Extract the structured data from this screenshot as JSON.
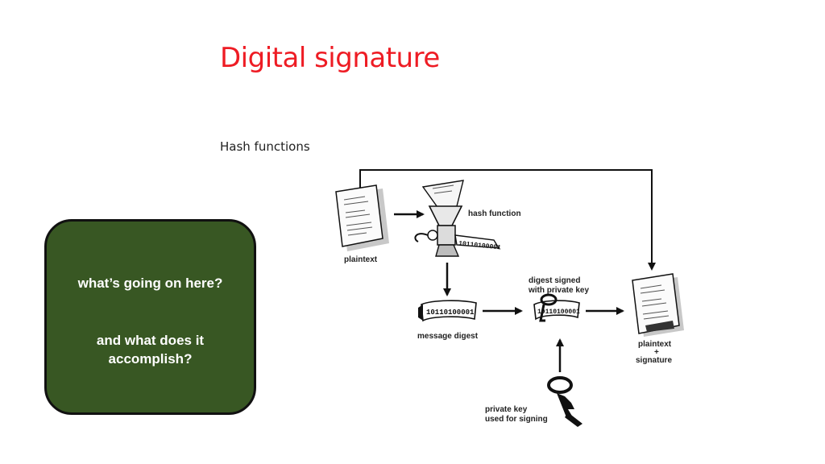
{
  "slide": {
    "title": "Digital signature",
    "subtitle": "Hash functions"
  },
  "callout": {
    "question_1": "what’s going on here?",
    "question_2": "and what does it accomplish?"
  },
  "diagram": {
    "labels": {
      "plaintext": "plaintext",
      "hash_function": "hash function",
      "message_digest": "message digest",
      "digest_signed_line1": "digest signed",
      "digest_signed_line2": "with private key",
      "plaintext_plus": "plaintext",
      "plus_sign": "+",
      "signature": "signature",
      "private_key_line1": "private key",
      "private_key_line2": "used for signing"
    },
    "digest_text": "10110100001",
    "colors": {
      "title": "#ee1c24",
      "callout_fill": "#385723"
    }
  }
}
